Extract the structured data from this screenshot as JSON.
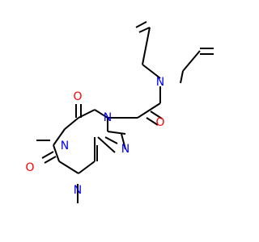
{
  "colors": {
    "bond": "#000000",
    "nitrogen": "#0000ff",
    "oxygen": "#ff0000",
    "background": "#ffffff"
  },
  "atoms": {
    "o_top": "O",
    "n1": "N",
    "o_bottom": "O",
    "n3": "N",
    "n7": "N",
    "n9": "N",
    "o_amide": "O",
    "n_amide": "N"
  }
}
